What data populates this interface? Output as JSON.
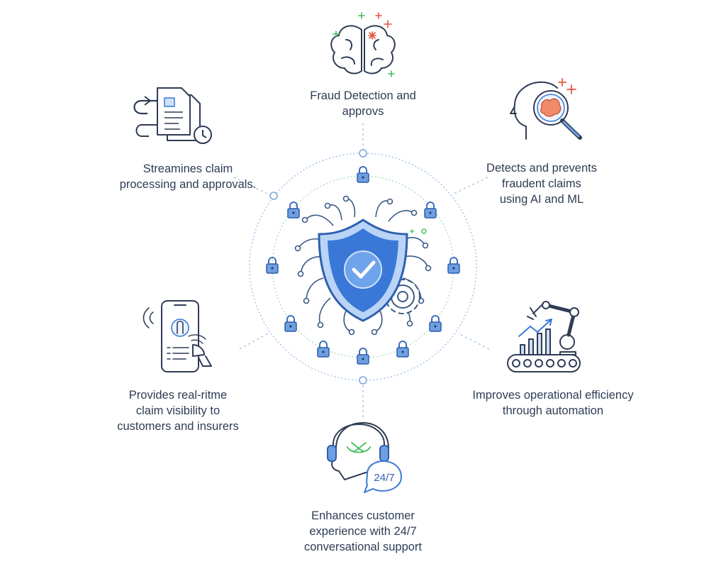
{
  "features": [
    {
      "id": "fraud-detection",
      "text": "Fraud Detection and\napprovs",
      "icon": "brain-icon"
    },
    {
      "id": "streamline",
      "text": "Streamines claim\nprocessing and approvals.",
      "icon": "document-workflow-icon"
    },
    {
      "id": "detect-prevent",
      "text": "Detects and prevents\nfraudent claims\nusing AI and ML",
      "icon": "brain-magnifier-icon"
    },
    {
      "id": "visibility",
      "text": "Provides real-ritme\nclaim visibility to\ncustomers and insurers",
      "icon": "mobile-tracking-icon"
    },
    {
      "id": "efficiency",
      "text": "Improves operational efficiency\nthrough automation",
      "icon": "robot-arm-conveyor-icon"
    },
    {
      "id": "support",
      "text": "Enhances customer\nexperience with 24/7\nconversational support",
      "icon": "headset-chat-icon"
    }
  ],
  "support_badge": "24/7",
  "center_icon": "shield-check-icon",
  "colors": {
    "ink": "#2f3c55",
    "shield_blue": "#3a78d8",
    "light_blue": "#a9c9f2",
    "accent_red": "#e5553f",
    "accent_green": "#3dbf57"
  }
}
